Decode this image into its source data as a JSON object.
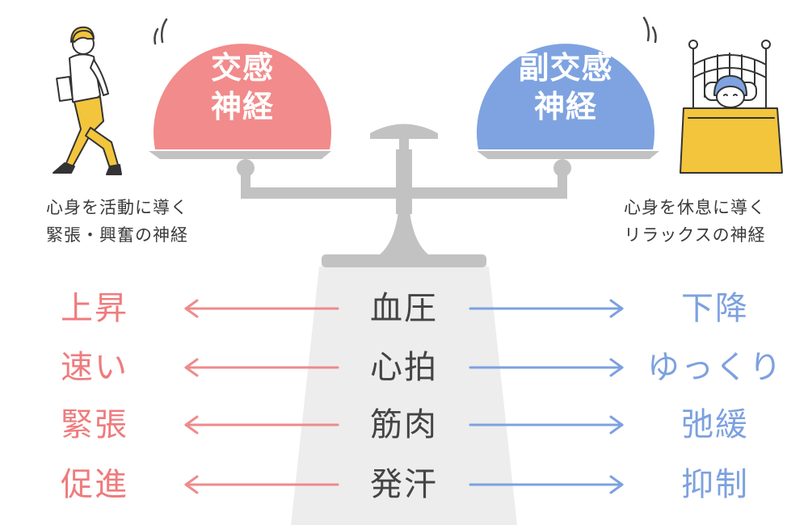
{
  "sympathetic": {
    "line1": "交感",
    "line2": "神経",
    "description_line1": "心身を活動に導く",
    "description_line2": "緊張・興奮の神経",
    "color": "#f28b8b"
  },
  "parasympathetic": {
    "line1": "副交感",
    "line2": "神経",
    "description_line1": "心身を休息に導く",
    "description_line2": "リラックスの神経",
    "color": "#7ea3e0"
  },
  "comparison": {
    "rows": [
      {
        "item": "血圧",
        "sympathetic": "上昇",
        "parasympathetic": "下降"
      },
      {
        "item": "心拍",
        "sympathetic": "速い",
        "parasympathetic": "ゆっくり"
      },
      {
        "item": "筋肉",
        "sympathetic": "緊張",
        "parasympathetic": "弛緩"
      },
      {
        "item": "発汗",
        "sympathetic": "促進",
        "parasympathetic": "抑制"
      }
    ]
  },
  "icons": {
    "left_figure": "walking-person-icon",
    "right_figure": "sleeping-person-icon"
  },
  "colors": {
    "scale_gray": "#c2c2c2",
    "pedestal_gray": "#ededed",
    "arrow_left": "#ef8a8c",
    "arrow_right": "#7da1df"
  }
}
